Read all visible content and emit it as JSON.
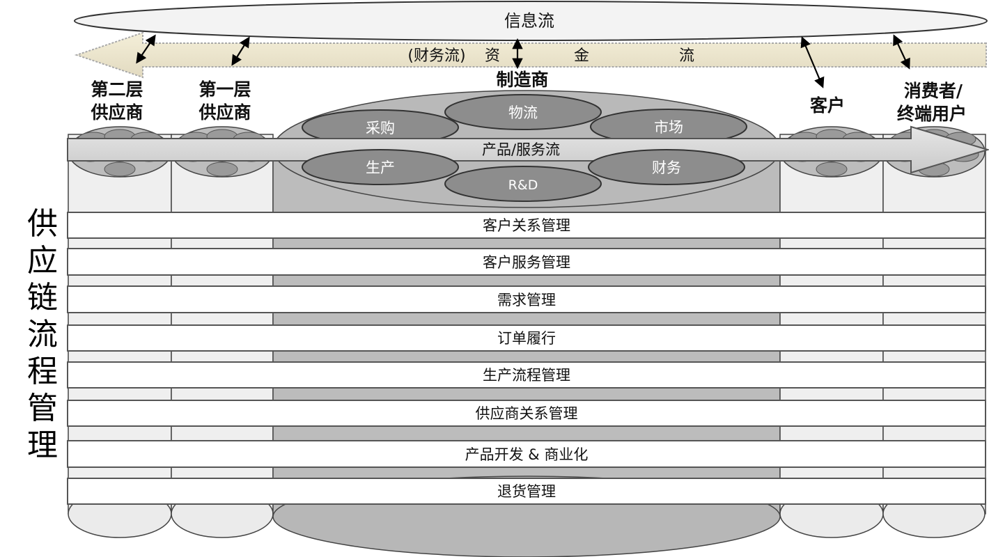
{
  "info_flow": "信息流",
  "funds_flow": {
    "prefix": "(财务流)",
    "chars": [
      "资",
      "金",
      "流"
    ]
  },
  "tiers": {
    "tier2_line1": "第二层",
    "tier2_line2": "供应商",
    "tier1_line1": "第一层",
    "tier1_line2": "供应商",
    "manufacturer": "制造商",
    "customer": "客户",
    "consumer_line1": "消费者/",
    "consumer_line2": "终端用户"
  },
  "functions": {
    "purchasing": "采购",
    "logistics": "物流",
    "marketing": "市场",
    "production": "生产",
    "rd": "R&D",
    "finance": "财务"
  },
  "product_flow": "产品/服务流",
  "vertical_title": [
    "供",
    "应",
    "链",
    "流",
    "程",
    "管",
    "理"
  ],
  "processes": [
    "客户关系管理",
    "客户服务管理",
    "需求管理",
    "订单履行",
    "生产流程管理",
    "供应商关系管理",
    "产品开发 & 商业化",
    "退货管理"
  ]
}
